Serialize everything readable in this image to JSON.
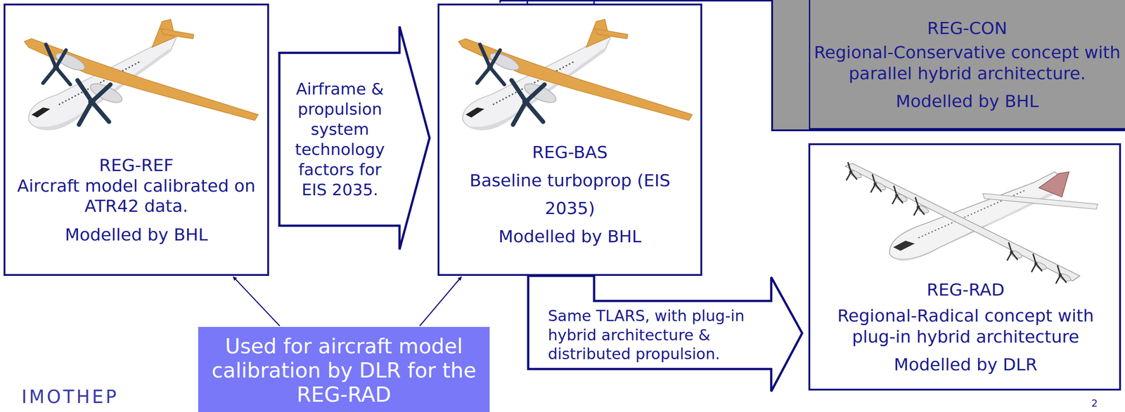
{
  "diagram": {
    "nodes": [
      {
        "text": [
          "REG-REF",
          "Aircraft model calibrated on ATR42 data.",
          "Modelled by BHL"
        ]
      },
      {
        "text": [
          "Airframe & propulsion system technology factors for EIS 2035."
        ]
      },
      {
        "text": [
          "REG-BAS",
          "Baseline turboprop (EIS 2035)",
          "Modelled by BHL"
        ]
      },
      {
        "text": [
          "REG-CON",
          "Regional-Conservative concept with parallel hybrid architecture.",
          "Modelled by BHL"
        ]
      },
      {
        "text": [
          "Same TLARS, with plug-in hybrid architecture & distributed propulsion."
        ]
      },
      {
        "text": [
          "REG-RAD",
          "Regional-Radical concept with plug-in hybrid architecture",
          "Modelled by DLR"
        ]
      },
      {
        "text": [
          "Used for aircraft model calibration by DLR for the REG-RAD"
        ]
      }
    ],
    "edges": [
      {
        "from": 6,
        "to": 0,
        "arrow": "to"
      },
      {
        "from": 6,
        "to": 2,
        "arrow": "to"
      }
    ],
    "labels": [
      "IMOTHEP",
      "2"
    ]
  }
}
